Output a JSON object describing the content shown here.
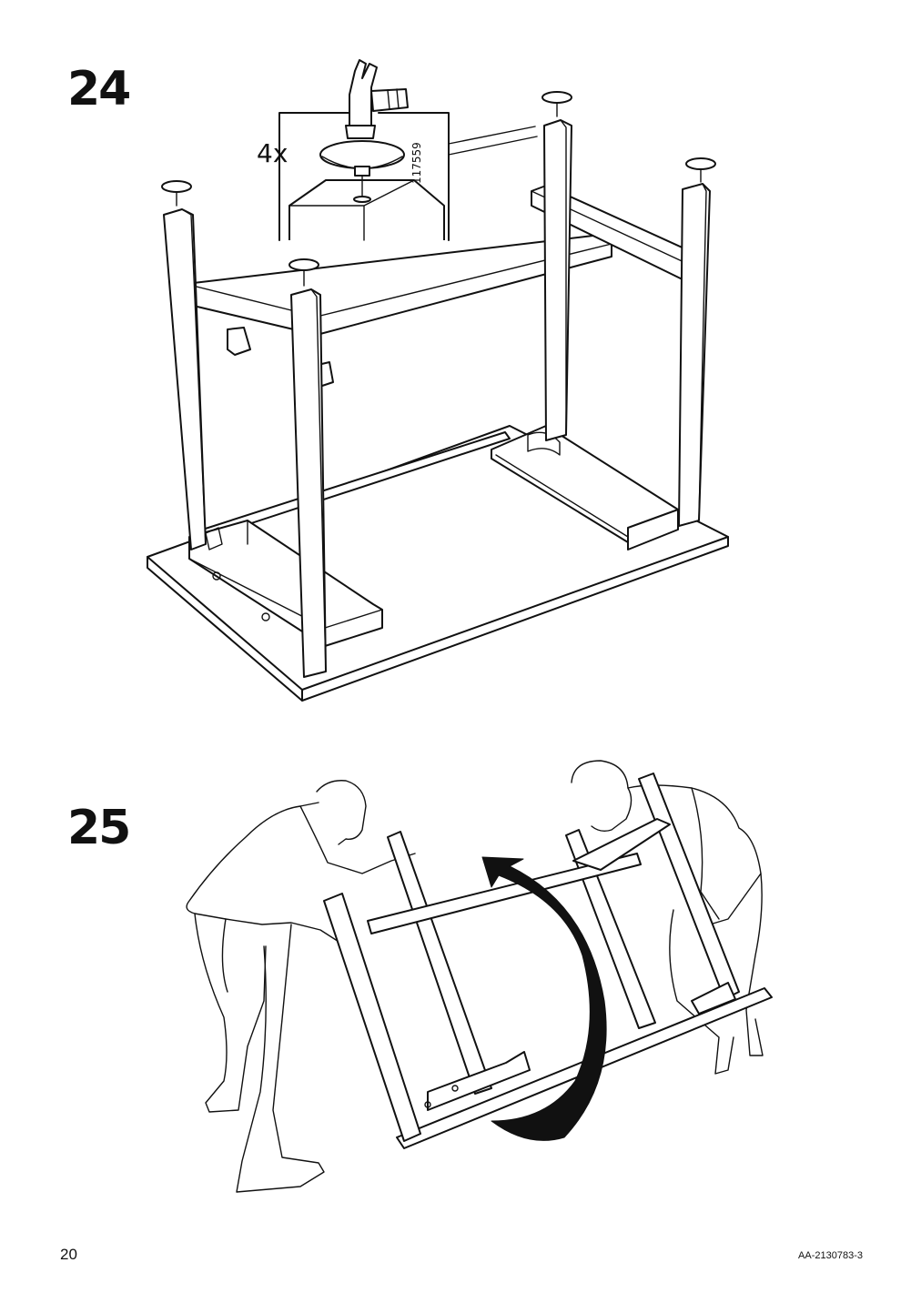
{
  "page": {
    "number": "20",
    "doc_code": "AA-2130783-3"
  },
  "steps": [
    {
      "number": "24",
      "detail": {
        "quantity": "4x",
        "article_number": "117559"
      }
    },
    {
      "number": "25"
    }
  ],
  "icons": {
    "hammer": "hammer-icon",
    "foot_cap": "foot-cap-icon",
    "rotate_arrow": "rotate-arrow-icon"
  }
}
